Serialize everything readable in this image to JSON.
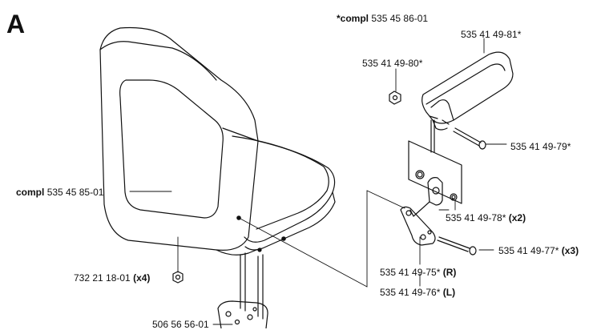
{
  "diagram": {
    "section_letter": "A",
    "labels": {
      "armrest_compl": {
        "prefix": "*compl",
        "number": "535 45 86-01"
      },
      "armrest_pad": {
        "number": "535 41 49-81*"
      },
      "nut": {
        "number": "535 41 49-80*"
      },
      "bolt_long": {
        "number": "535 41 49-79*"
      },
      "seat_compl": {
        "prefix": "compl",
        "number": "535 45 85-01"
      },
      "washer_bracket": {
        "number": "535 41 49-78*",
        "qty": "(x2)"
      },
      "bolt_short": {
        "number": "535 41 49-77*",
        "qty": "(x3)"
      },
      "bracket_right": {
        "number": "535 41 49-75*",
        "qty": "(R)"
      },
      "bracket_left": {
        "number": "535 41 49-76*",
        "qty": "(L)"
      },
      "seat_nut": {
        "number": "732 21 18-01",
        "qty": "(x4)"
      },
      "slide_rail": {
        "number": "506 56 56-01"
      }
    }
  }
}
